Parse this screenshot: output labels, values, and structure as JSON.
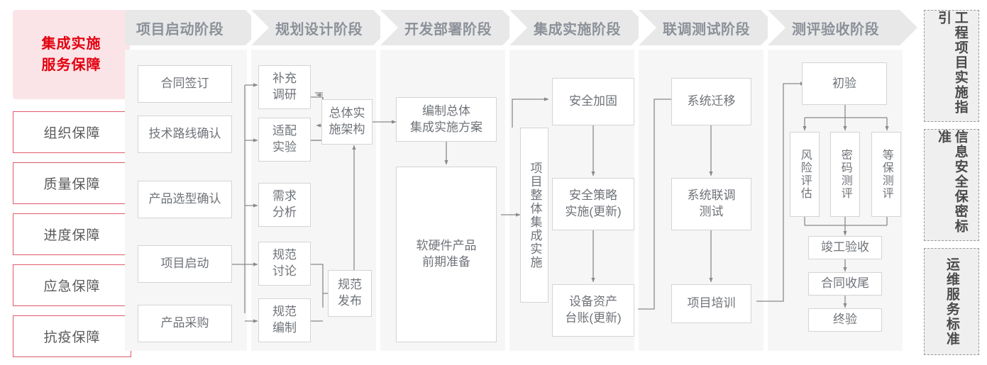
{
  "left_panel": {
    "title": "集成实施\n服务保障",
    "title_color": "#e3000f",
    "items": [
      {
        "label": "组织保障"
      },
      {
        "label": "质量保障"
      },
      {
        "label": "进度保障"
      },
      {
        "label": "应急保障"
      },
      {
        "label": "抗疫保障"
      }
    ]
  },
  "phases": [
    {
      "header": "项目启动阶段"
    },
    {
      "header": "规划设计阶段"
    },
    {
      "header": "开发部署阶段"
    },
    {
      "header": "集成实施阶段"
    },
    {
      "header": "联调测试阶段"
    },
    {
      "header": "测评验收阶段"
    }
  ],
  "nodes": {
    "p1": [
      {
        "label": "合同签订"
      },
      {
        "label": "技术路线确认"
      },
      {
        "label": "产品选型确认"
      },
      {
        "label": "项目启动"
      },
      {
        "label": "产品采购"
      }
    ],
    "p2": [
      {
        "label": "补充\n调研"
      },
      {
        "label": "适配\n实验"
      },
      {
        "label": "需求\n分析"
      },
      {
        "label": "规范\n讨论"
      },
      {
        "label": "规范\n编制"
      },
      {
        "label": "总体实\n施架构"
      },
      {
        "label": "规范\n发布"
      }
    ],
    "p3": [
      {
        "label": "编制总体\n集成实施方案"
      },
      {
        "label": "软硬件产品\n前期准备"
      }
    ],
    "p4": [
      {
        "label": "项目整体集成实施"
      },
      {
        "label": "安全加固"
      },
      {
        "label": "安全策略\n实施(更新)"
      },
      {
        "label": "设备资产\n台账(更新)"
      }
    ],
    "p5": [
      {
        "label": "系统迁移"
      },
      {
        "label": "系统联调\n测试"
      },
      {
        "label": "项目培训"
      }
    ],
    "p6": [
      {
        "label": "初验"
      },
      {
        "label": "风险评估"
      },
      {
        "label": "密码测评"
      },
      {
        "label": "等保测评"
      },
      {
        "label": "竣工验收"
      },
      {
        "label": "合同收尾"
      },
      {
        "label": "终验"
      }
    ]
  },
  "standards": [
    {
      "label": "工程项目实施指引"
    },
    {
      "label": "信息安全保密标准"
    },
    {
      "label": "运维服务标准"
    }
  ],
  "colors": {
    "accent_red": "#e3000f",
    "accent_red_border": "#e05a6b",
    "accent_red_bg": "#fbe4e7",
    "panel_bg": "#f6f6f6",
    "chevron_bg": "#e8e8e8",
    "chevron_text": "#8c9199",
    "node_border": "#d4d4d4",
    "node_text": "#6f7378",
    "wire": "#8a8a8a",
    "dashed_border": "#9a9a9a",
    "dashed_bg": "#efefef"
  }
}
